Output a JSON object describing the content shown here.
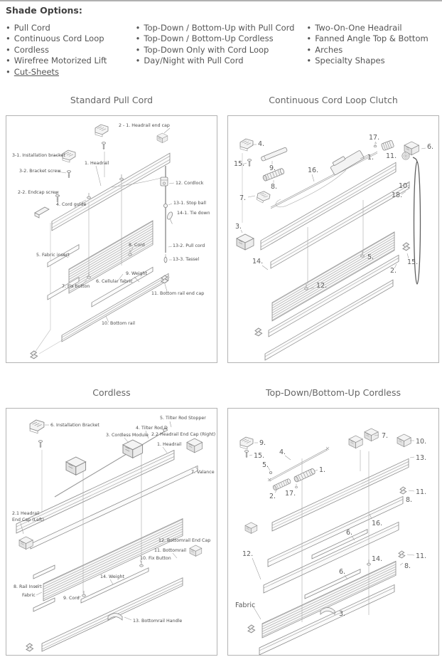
{
  "header": {
    "title": "Shade Options:",
    "columns": [
      {
        "items": [
          "Pull Cord",
          "Continuous Cord Loop",
          "Cordless",
          "Wirefree Motorized Lift",
          "Cut-Sheets"
        ]
      },
      {
        "items": [
          "Top-Down / Bottom-Up with Pull Cord",
          "Top-Down / Bottom-Up Cordless",
          "Top-Down Only with Cord Loop",
          "Day/Night with Pull Cord"
        ]
      },
      {
        "items": [
          "Two-On-One Headrail",
          "Fanned Angle Top & Bottom",
          "Arches",
          "Specialty Shapes"
        ]
      }
    ]
  },
  "diagrams": [
    {
      "title": "Standard Pull Cord",
      "labels": [
        "2 - 1. Headrail end cap",
        "3-1. Installation bracket",
        "1. Headrail",
        "3-2. Bracket screw",
        "12. Cordlock",
        "2-2. Endcap screw",
        "4. Cord guide",
        "13-1. Stop ball",
        "14-1. Tie down",
        "5. Fabric insert",
        "6. Cellular fabric",
        "8. Cord",
        "13-2. Pull cord",
        "13-3. Tassel",
        "9. Weight",
        "7. Fix button",
        "11. Bottom rail end cap",
        "10. Bottom rail"
      ]
    },
    {
      "title": "Continuous Cord Loop Clutch",
      "labels": [
        "4.",
        "15.",
        "9.",
        "8.",
        "7.",
        "16.",
        "17.",
        "1.",
        "11.",
        "6.",
        "10.",
        "18.",
        "3.",
        "14.",
        "5.",
        "12.",
        "15.",
        "2."
      ]
    },
    {
      "title": "Cordless",
      "labels": [
        "6. Installation Bracket",
        "5. Tilter Rod Stopper",
        "4. Tilter Rod D",
        "3. Cordless Module",
        "2.2 Headrail End Cap (Right)",
        "1. Headrail",
        "7. Valance",
        "2.1 Headrail",
        "End Cap (Left)",
        "12. Bottomrail End Cap",
        "11. Bottomrail",
        "10. Fix Button",
        "14. Weight",
        "8. Rail Insert",
        "Fabric",
        "9. Cord",
        "13. Bottomrail Handle"
      ]
    },
    {
      "title": "Top-Down/Bottom-Up Cordless",
      "labels": [
        "9.",
        "15.",
        "4.",
        "5.",
        "2.",
        "17.",
        "1.",
        "7.",
        "10.",
        "13.",
        "11.",
        "8.",
        "16.",
        "12.",
        "6.",
        "14.",
        "11.",
        "8.",
        "6.",
        "Fabric",
        "3."
      ]
    }
  ],
  "colors": {
    "heading": "#404040",
    "body_text": "#555555",
    "title_text": "#666666",
    "box_border": "#b3b3b3",
    "line_art": "#8a8a8a"
  }
}
